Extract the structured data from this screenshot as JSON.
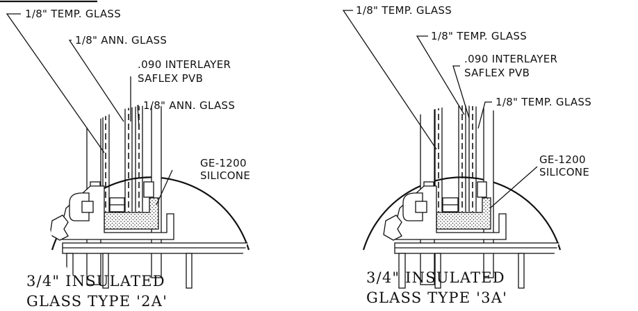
{
  "details": [
    {
      "labels": {
        "outer_glass": "1/8\" TEMP. GLASS",
        "middle_glass": "1/8\" ANN. GLASS",
        "interlayer_line1": ".090 INTERLAYER",
        "interlayer_line2": "SAFLEX PVB",
        "inner_glass": "1/8\" ANN. GLASS",
        "sealant_line1": "GE-1200",
        "sealant_line2": "SILICONE"
      },
      "caption_line1": "3/4\" INSULATED",
      "caption_line2": "GLASS TYPE '2A'"
    },
    {
      "labels": {
        "outer_glass": "1/8\" TEMP. GLASS",
        "middle_glass": "1/8\" TEMP. GLASS",
        "interlayer_line1": ".090 INTERLAYER",
        "interlayer_line2": "SAFLEX PVB",
        "inner_glass": "1/8\" TEMP. GLASS",
        "sealant_line1": "GE-1200",
        "sealant_line2": "SILICONE"
      },
      "caption_line1": "3/4\" INSULATED",
      "caption_line2": "GLASS TYPE '3A'"
    }
  ]
}
